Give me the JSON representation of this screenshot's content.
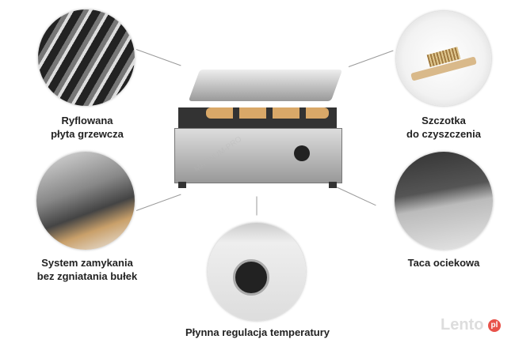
{
  "features": [
    {
      "line1": "Ryflowana",
      "line2": "płyta grzewcza"
    },
    {
      "line1": "Szczotka",
      "line2": "do czyszczenia"
    },
    {
      "line1": "System zamykania",
      "line2": "bez zgniatania bułek"
    },
    {
      "line1": "Taca ociekowa",
      "line2": ""
    },
    {
      "line1": "Płynna regulacja temperatury",
      "line2": ""
    }
  ],
  "watermark": {
    "brand": "MAGNUM-PRO",
    "site": "Lento",
    "site_suffix": "pl"
  }
}
